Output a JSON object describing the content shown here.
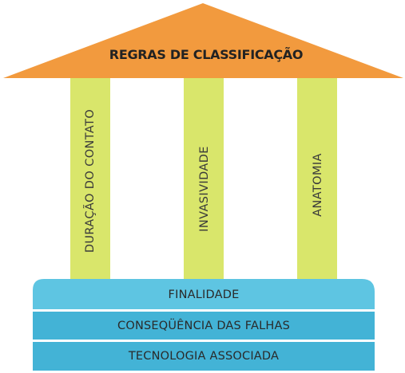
{
  "colors": {
    "roof": "#f29a3e",
    "pillar": "#d9e66b",
    "base_top": "#5ec5e2",
    "base_band": "#43b3d6",
    "base_edge": "#2b97bf"
  },
  "roof": {
    "title": "REGRAS DE CLASSIFICAÇÃO"
  },
  "pillars": [
    {
      "label": "DURAÇÃO DO CONTATO"
    },
    {
      "label": "INVASIVIDADE"
    },
    {
      "label": "ANATOMIA"
    }
  ],
  "base": [
    {
      "label": "FINALIDADE"
    },
    {
      "label": "CONSEQÜÊNCIA DAS FALHAS"
    },
    {
      "label": "TECNOLOGIA ASSOCIADA"
    }
  ]
}
